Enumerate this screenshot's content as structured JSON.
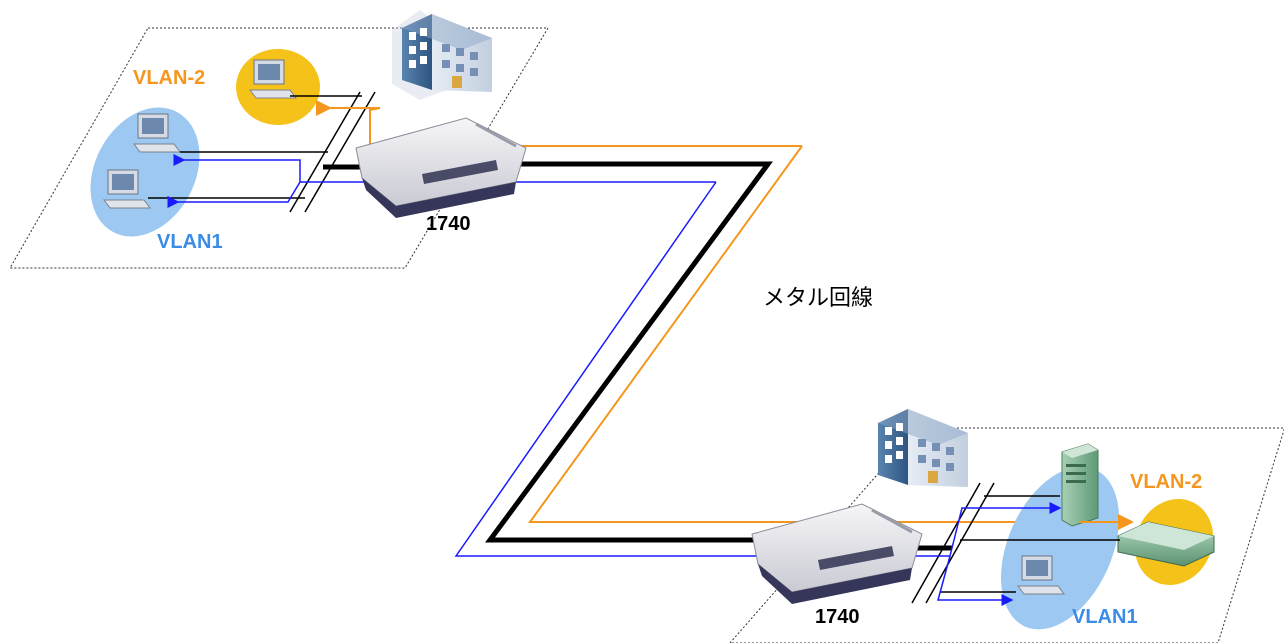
{
  "labels": {
    "top_vlan2": "VLAN-2",
    "top_vlan1": "VLAN1",
    "top_model": "1740",
    "line_caption": "メタル回線",
    "bottom_vlan2": "VLAN-2",
    "bottom_vlan1": "VLAN1",
    "bottom_model": "1740"
  },
  "colors": {
    "vlan1": "#3c8ce6",
    "vlan2": "#f5961e",
    "vlan1_oval": "#9cc8f2",
    "vlan2_oval": "#f5c21a",
    "trunk": "#000000"
  },
  "icons": [
    "building-icon",
    "router-icon",
    "pc-icon",
    "server-icon",
    "switch-icon"
  ]
}
